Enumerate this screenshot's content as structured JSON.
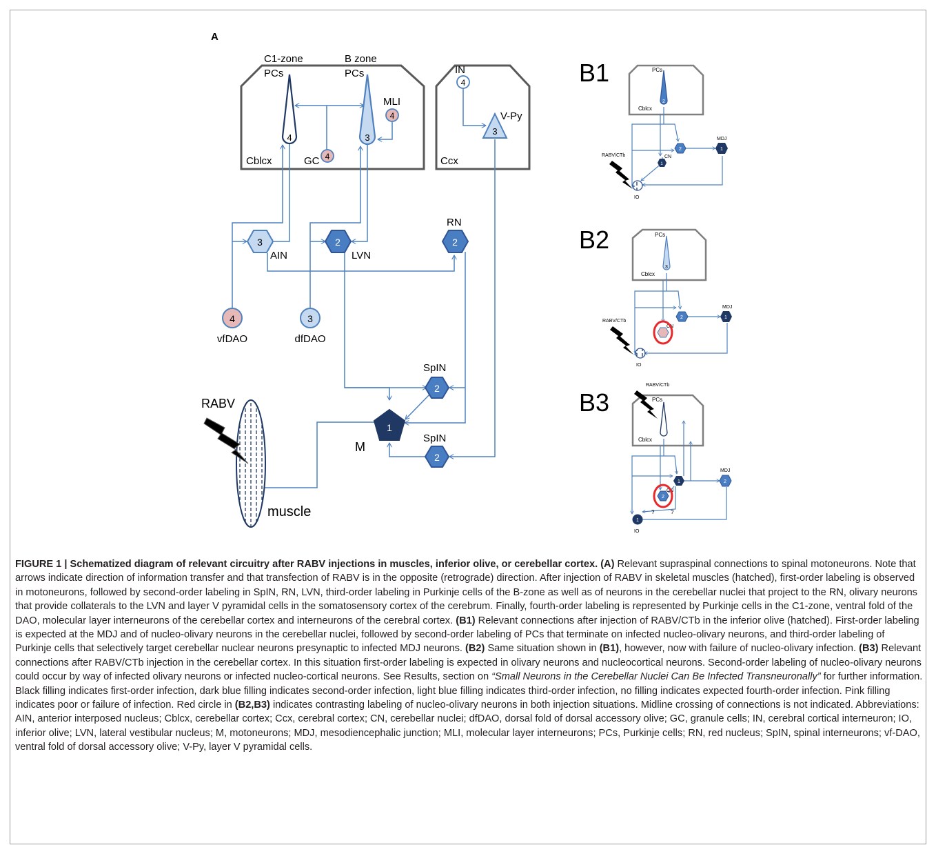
{
  "panel_a": {
    "label": "A",
    "cblcx_box": {
      "c1_zone": "C1-zone",
      "b_zone": "B zone",
      "pcs_c1": "PCs",
      "pcs_b": "PCs",
      "mli": "MLI",
      "gc": "GC",
      "cblcx": "Cblcx",
      "pc_c1_num": "4",
      "pc_b_num": "3",
      "mli_num": "4",
      "gc_num": "4"
    },
    "ccx_box": {
      "in": "IN",
      "in_num": "4",
      "vpy": "V-Py",
      "vpy_num": "3",
      "ccx": "Ccx"
    },
    "ain": {
      "num": "3",
      "label": "AIN"
    },
    "lvn": {
      "num": "2",
      "label": "LVN"
    },
    "rn": {
      "num": "2",
      "label": "RN"
    },
    "vfdao": {
      "num": "4",
      "label": "vfDAO"
    },
    "dfdao": {
      "num": "3",
      "label": "dfDAO"
    },
    "spin_top": {
      "num": "2",
      "label": "SpIN"
    },
    "spin_bottom": {
      "num": "2",
      "label": "SpIN"
    },
    "m": {
      "num": "1",
      "label": "M"
    },
    "rabv": "RABV",
    "muscle": "muscle"
  },
  "panel_b1": {
    "title": "B1",
    "pcs": "PCs",
    "cblcx": "Cblcx",
    "rabv_ctb": "RABV/CTb",
    "cn": "CN",
    "mdj": "MDJ",
    "io": "IO",
    "pc_num": "2",
    "cn_num": "1",
    "nuc_num": "2",
    "mdj_num": "1"
  },
  "panel_b2": {
    "title": "B2",
    "pcs": "PCs",
    "cblcx": "Cblcx",
    "rabv_ctb": "RABV/CTb",
    "cn": "CN",
    "mdj": "MDJ",
    "io": "IO",
    "pc_num": "3",
    "nuc_num": "2",
    "mdj_num": "1"
  },
  "panel_b3": {
    "title": "B3",
    "pcs": "PCs",
    "cblcx": "Cblcx",
    "rabv_ctb": "RABV/CTb",
    "cn": "CN",
    "mdj": "MDJ",
    "io": "IO",
    "nuc_num": "1",
    "cn_num": "2",
    "mdj_num": "2",
    "io_num": "1",
    "q": "?"
  },
  "caption": {
    "fig_label": "FIGURE 1 | Schematized diagram of relevant circuitry after RABV injections in muscles, inferior olive, or cerebellar cortex.",
    "a_label": "(A)",
    "a_text": " Relevant supraspinal connections to spinal motoneurons. Note that arrows indicate direction of information transfer and that transfection of RABV is in the opposite (retrograde) direction. After injection of RABV in skeletal muscles (hatched), first-order labeling is observed in motoneurons, followed by second-order labeling in SpIN, RN, LVN, third-order labeling in Purkinje cells of the B-zone as well as of neurons in the cerebellar nuclei that project to the RN, olivary neurons that provide collaterals to the LVN and layer V pyramidal cells in the somatosensory cortex of the cerebrum. Finally, fourth-order labeling is represented by Purkinje cells in the C1-zone, ventral fold of the DAO, molecular layer interneurons of the cerebellar cortex and interneurons of the cerebral cortex. ",
    "b1_label": "(B1)",
    "b1_text": " Relevant connections after injection of RABV/CTb in the inferior olive (hatched). First-order labeling is expected at the MDJ and of nucleo-olivary neurons in the cerebellar nuclei, followed by second-order labeling of PCs that terminate on infected nucleo-olivary neurons, and third-order labeling of Purkinje cells that selectively target cerebellar nuclear neurons presynaptic to infected MDJ neurons. ",
    "b2_label": "(B2)",
    "b2_text_a": " Same situation shown in ",
    "b2_ref": "(B1)",
    "b2_text_b": ", however, now with failure of nucleo-olivary infection. ",
    "b3_label": "(B3)",
    "b3_text": " Relevant connections after RABV/CTb injection in the cerebellar cortex. In this situation first-order labeling is expected in olivary neurons and nucleocortical neurons. Second-order labeling of nucleo-olivary neurons could occur by way of infected olivary neurons or infected nucleo-cortical neurons. See Results, section on ",
    "results_ref": "“Small Neurons in the Cerebellar Nuclei Can Be Infected Transneuronally”",
    "text_c": " for further information. Black filling indicates first-order infection, dark blue filling indicates second-order infection, light blue filling indicates third-order infection, no filling indicates expected fourth-order infection. Pink filling indicates poor or failure of infection. Red circle in ",
    "red_ref": "(B2,B3)",
    "text_d": " indicates contrasting labeling of nucleo-olivary neurons in both injection situations. Midline crossing of connections is not indicated. Abbreviations: AIN, anterior interposed nucleus; Cblcx, cerebellar cortex; Ccx, cerebral cortex; CN, cerebellar nuclei; dfDAO, dorsal fold of dorsal accessory olive; GC, granule cells; IN, cerebral cortical interneuron; IO, inferior olive; LVN, lateral vestibular nucleus; M, motoneurons; MDJ, mesodiencephalic junction; MLI, molecular layer interneurons; PCs, Purkinje cells; RN, red nucleus; SpIN, spinal interneurons; vf-DAO, ventral fold of dorsal accessory olive; V-Py, layer V pyramidal cells."
  },
  "colors": {
    "line": "#4f81bd",
    "dark": "#1f3864",
    "mid": "#4a7ec2",
    "light": "#c5d9f1",
    "pink": "#e6b9b8",
    "red": "#e8282a"
  }
}
